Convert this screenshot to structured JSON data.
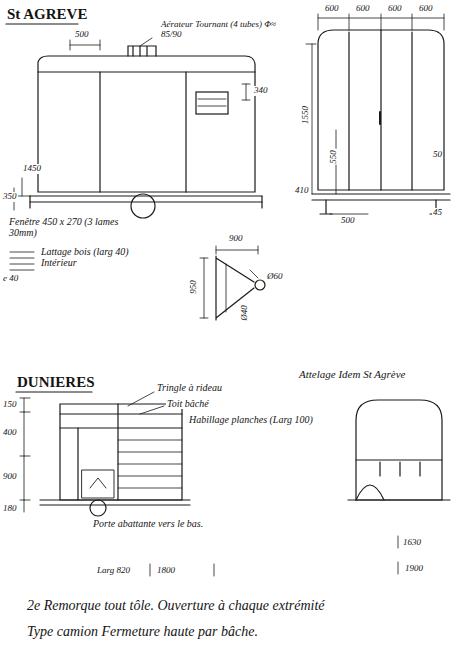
{
  "diagram": {
    "labels": [
      "St AGREVE",
      "500",
      "Aérateur Tournant (4 tubes) Φ≈ 85/90",
      "340",
      "1450",
      "350",
      "Fenêtre 450 x 270 (3 lames 30mm)",
      "Lattage bois (larg 40) Intérieur",
      "e 40",
      "600",
      "600",
      "600",
      "600",
      "1550",
      "550",
      "50",
      "410",
      "500",
      "45",
      "900",
      "950",
      "Ø60",
      "Ø40",
      "DUNIERES",
      "Attelage Idem St Agrève",
      "Tringle à rideau",
      "Toit bâché",
      "Habillage planches (Larg 100)",
      "150",
      "400",
      "900",
      "180",
      "Porte abattante vers le bas.",
      "Larg 820",
      "1800",
      "1630",
      "1900",
      "2e Remorque tout tôle. Ouverture à chaque extrémité",
      "Type camion Fermeture haute par bâche."
    ]
  }
}
